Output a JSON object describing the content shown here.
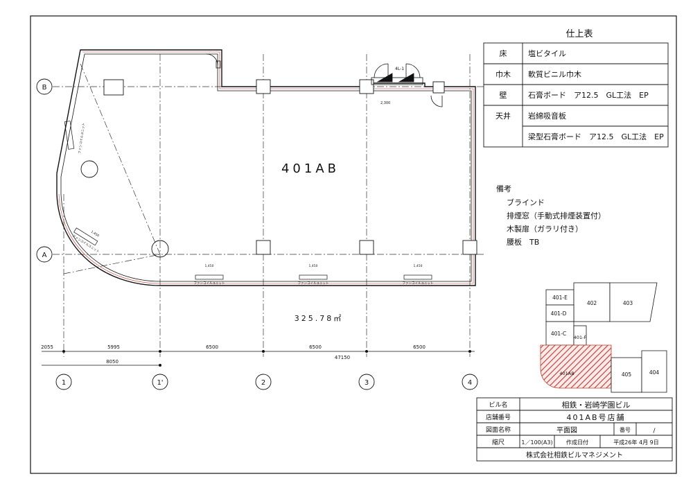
{
  "finish_table": {
    "title": "仕上表",
    "rows": [
      {
        "label": "床",
        "value": "塩ビタイル"
      },
      {
        "label": "巾木",
        "value": "軟質ビニル巾木"
      },
      {
        "label": "壁",
        "value": "石膏ボード　ア12.5　GL工法　EP"
      },
      {
        "label": "天井",
        "value": "岩綿吸音板"
      },
      {
        "label": "",
        "value": "梁型石膏ボード　ア12.5　GL工法　EP"
      }
    ]
  },
  "remarks": {
    "title": "備考",
    "items": [
      "ブラインド",
      "排煙窓（手動式排煙装置付）",
      "木製扉（ガラリ付き）",
      "腰板　TB"
    ]
  },
  "plan": {
    "room_label": "401AB",
    "area_label": "325.78㎡",
    "door_tag": "4L-1",
    "door_width": "2,300",
    "fan_units": [
      "ファンコイルユニット",
      "ファンコイルユニット",
      "ファンコイルユニット"
    ],
    "fan_dims": [
      "1,450",
      "1,450",
      "1,450"
    ],
    "curved_fan_dim": "1,450",
    "curved_fan_label": "ファンコイルユニット"
  },
  "grid": {
    "rows": [
      "B",
      "A"
    ],
    "columns": [
      "1",
      "1'",
      "2",
      "3",
      "4"
    ],
    "dims_top": [
      "2055",
      "5995",
      "6500",
      "6500",
      "6500"
    ],
    "dim_total": "47150",
    "dim_sub": "8050"
  },
  "keymap": {
    "units": [
      "401-E",
      "402",
      "403",
      "401-D",
      "401-C",
      "401-F",
      "401AB",
      "405",
      "404"
    ]
  },
  "title_block": {
    "building_label": "ビル名",
    "building_value": "相鉄・岩崎学園ビル",
    "shop_no_label": "店舗番号",
    "shop_no_value": "401AB号店舗",
    "drawing_label": "図面名称",
    "drawing_value": "平面図",
    "number_label": "番号",
    "number_value": "/",
    "scale_label": "縮尺",
    "scale_value": "1／100(A3)",
    "date_label": "作成日付",
    "date_value": "平成26年 4月 9日",
    "company": "株式会社相鉄ビルマネジメント"
  },
  "colors": {
    "line": "#111111",
    "hatch": "#c0392b",
    "grid_dash": "#333333"
  }
}
